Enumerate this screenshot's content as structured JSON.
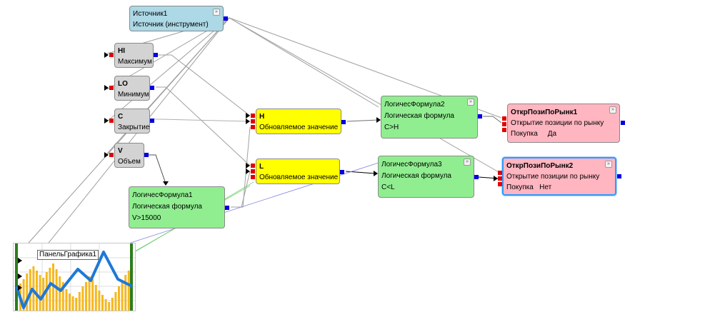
{
  "nodes": {
    "source1": {
      "name": "Источник1",
      "type": "Источник (инструмент)",
      "color": "#add8e6"
    },
    "hi": {
      "name": "HI",
      "type": "Максимум",
      "color": "#d3d3d3"
    },
    "lo": {
      "name": "LO",
      "type": "Минимум",
      "color": "#d3d3d3"
    },
    "c": {
      "name": "C",
      "type": "Закрытие",
      "color": "#d3d3d3"
    },
    "v": {
      "name": "V",
      "type": "Объем",
      "color": "#d3d3d3"
    },
    "h": {
      "name": "H",
      "type": "Обновляемое значение",
      "color": "#ffff00"
    },
    "l": {
      "name": "L",
      "type": "Обновляемое значение",
      "color": "#ffff00"
    },
    "formula1": {
      "name": "ЛогичесФормула1",
      "type": "Логическая формула",
      "expr": "V>15000",
      "color": "#90ee90"
    },
    "formula2": {
      "name": "ЛогичесФормула2",
      "type": "Логическая формула",
      "expr": "C>H",
      "color": "#90ee90"
    },
    "formula3": {
      "name": "ЛогичесФормула3",
      "type": "Логическая формула",
      "expr": "C<L",
      "color": "#90ee90"
    },
    "open1": {
      "name": "ОткрПозиПоРынк1",
      "type": "Открытие позиции по рынку",
      "side": "Покупка",
      "flag": "Да",
      "color": "#ffb6c1"
    },
    "open2": {
      "name": "ОткрПозиПоРынк2",
      "type": "Открытие позиции по рынку",
      "side": "Покупка",
      "flag": "Нет",
      "color": "#ffb6c1"
    }
  },
  "chart_panel": {
    "title": "ПанельГрафика1",
    "icon": "bar-line-chart-thumbnail",
    "line_color": "#1e78d8",
    "bar_color": "#f5b820",
    "edge_color": "#2e7d1e"
  },
  "colors": {
    "input_port": "#e00000",
    "output_port": "#0000e0",
    "selected_border": "#3399ff"
  }
}
